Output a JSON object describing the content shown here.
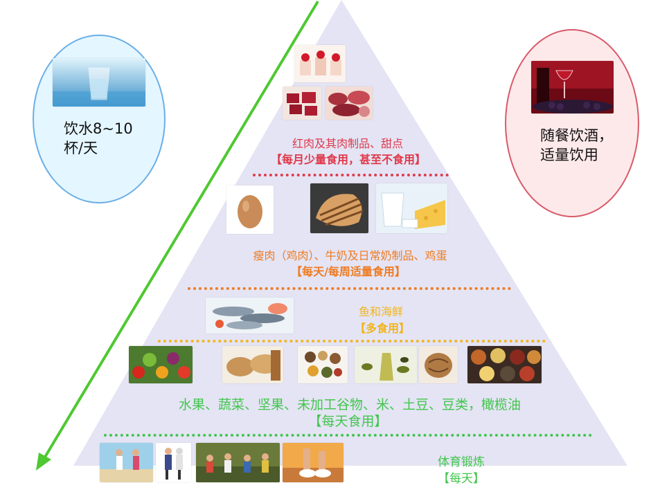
{
  "water": {
    "text_line1": "饮水8~10",
    "text_line2": "杯/天",
    "image": "water-glass-icon"
  },
  "wine": {
    "text_line1": "随餐饮酒，",
    "text_line2": "适量饮用",
    "image": "red-wine-icon"
  },
  "tier_red": {
    "label": "红肉及其肉制品、甜点",
    "frequency": "【每月少量食用，甚至不食用】",
    "images": [
      "dessert-icon",
      "red-meat-icon",
      "sausage-icon"
    ],
    "color": "#e0394a"
  },
  "tier_poultry": {
    "label": "瘦肉（鸡肉）、牛奶及日常奶制品、鸡蛋",
    "frequency": "【每天/每周适量食用】",
    "images": [
      "egg-icon",
      "chicken-icon",
      "dairy-icon"
    ],
    "color": "#ef7b21"
  },
  "tier_fish": {
    "label": "鱼和海鲜",
    "frequency": "【多食用】",
    "images": [
      "fish-icon"
    ],
    "color": "#f1b51e"
  },
  "tier_plants": {
    "label": "水果、蔬菜、坚果、未加工谷物、米、土豆、豆类，橄榄油",
    "frequency": "【每天食用】",
    "images": [
      "vegetables-icon",
      "bread-icon",
      "nuts-icon",
      "olive-oil-icon",
      "walnut-icon",
      "spices-icon"
    ],
    "color": "#41c64c"
  },
  "tier_exercise": {
    "label": "体育锻炼",
    "frequency": "【每天】",
    "images": [
      "jogging-icon",
      "walking-icon",
      "group-activity-icon",
      "running-icon"
    ],
    "color": "#41c64c"
  },
  "colors": {
    "pyramid": "#e3e3f3",
    "arrow": "#4fc832",
    "water_ring": "#6aaee6",
    "wine_ring": "#d85a6a"
  }
}
